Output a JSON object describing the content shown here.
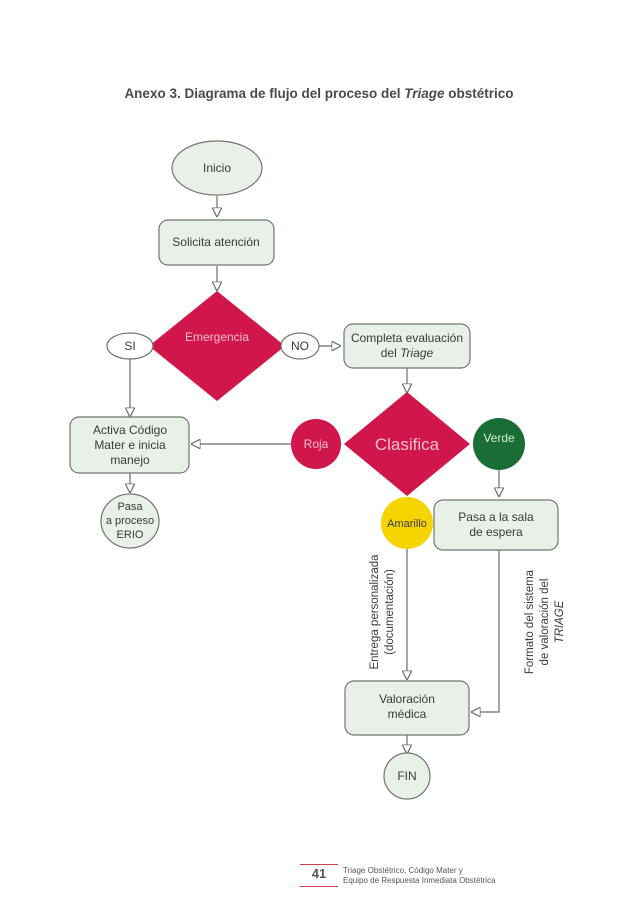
{
  "title": {
    "prefix": "Anexo 3. Diagrama de flujo del proceso del ",
    "italic": "Triage",
    "suffix": " obstétrico"
  },
  "nodes": {
    "inicio": "Inicio",
    "solicita": "Solicita atención",
    "emergencia": "Emergencia",
    "si": "SI",
    "no": "NO",
    "completa_1": "Completa evaluación",
    "completa_2_prefix": "del ",
    "completa_2_italic": "Triage",
    "activa_1": "Activa Código",
    "activa_2": "Mater e inicia",
    "activa_3": "manejo",
    "pasa_1": "Pasa",
    "pasa_2": "a proceso",
    "pasa_3": "ERIO",
    "roja": "Roja",
    "clasifica": "Clasifica",
    "verde": "Verde",
    "amarillo": "Amarillo",
    "sala_1": "Pasa a la sala",
    "sala_2": "de espera",
    "entrega_1": "Entrega personalizada",
    "entrega_2": "(documentación)",
    "formato_1": "Formato del sistema",
    "formato_2": "de valoración del",
    "formato_3": "TRIAGE",
    "valoracion_1": "Valoración",
    "valoracion_2": "médica",
    "fin": "FIN"
  },
  "colors": {
    "node_fill": "#e8f0e8",
    "node_stroke": "#6e776e",
    "decision": "#d0164a",
    "verde": "#1a6e35",
    "amarillo": "#f5d400",
    "arrow": "#6b6b6b"
  },
  "footer": {
    "page": "41",
    "line1": "Triage Obstétrico, Código Mater y",
    "line2": "Equipo de Respuesta Inmediata Obstétrica"
  }
}
